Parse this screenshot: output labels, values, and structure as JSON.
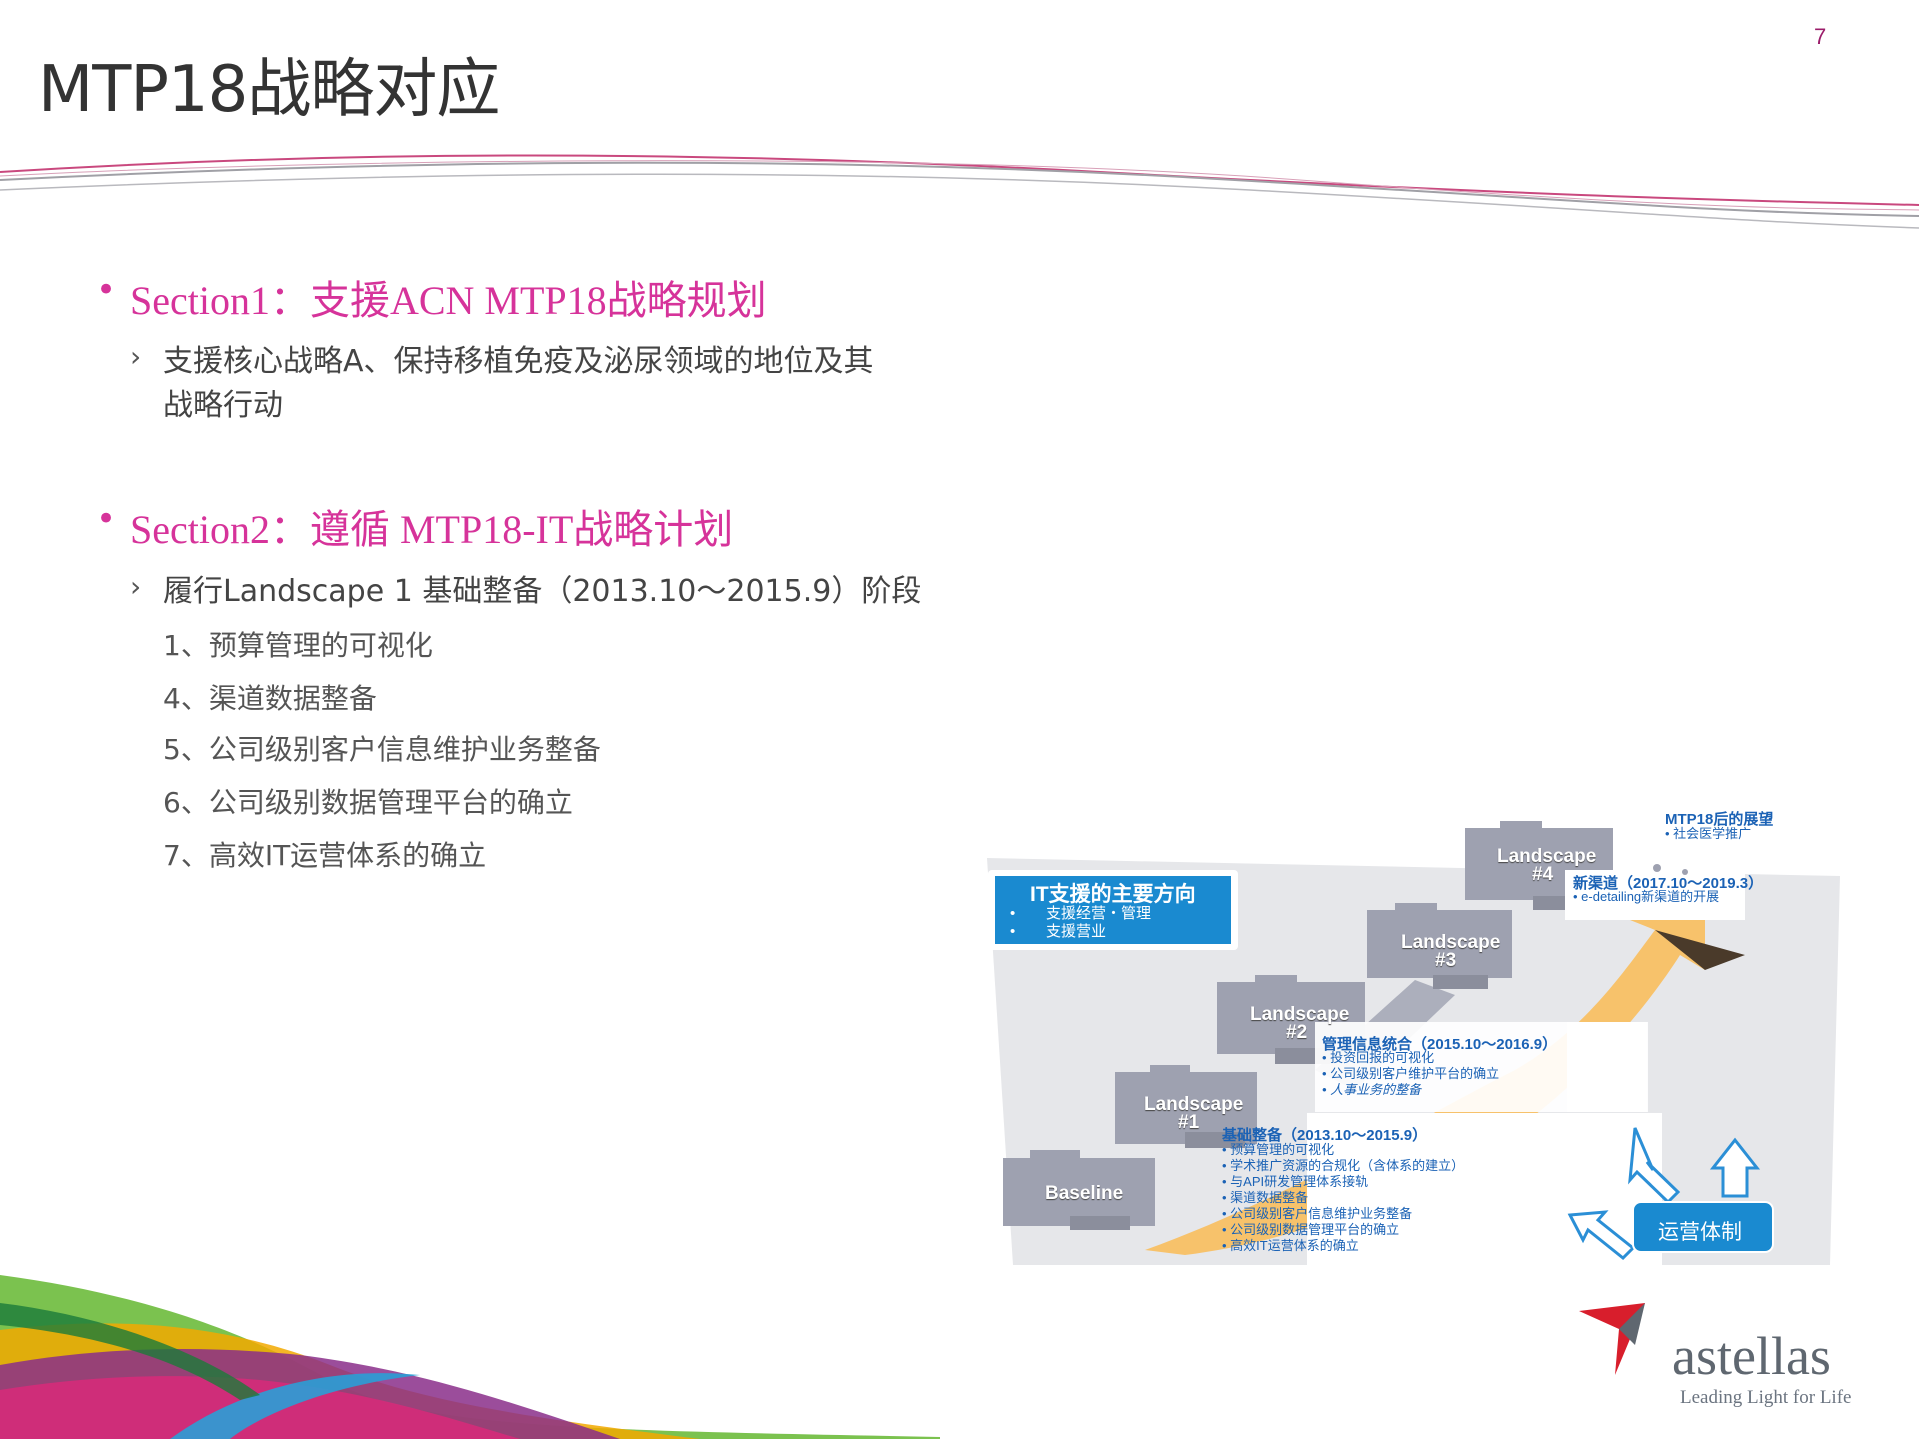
{
  "page_number": "7",
  "title": "MTP18战略对应",
  "section1": {
    "bullet": "•",
    "title": "Section1：支援ACN MTP18战略规划",
    "sub_marker": "›",
    "sub_line1": "支援核心战略A、保持移植免疫及泌尿领域的地位及其",
    "sub_line2": "战略行动"
  },
  "section2": {
    "bullet": "•",
    "title": "Section2：遵循 MTP18-IT战略计划",
    "sub_marker": "›",
    "sub": "履行Landscape 1 基础整备（2013.10～2015.9）阶段",
    "items": [
      "1、预算管理的可视化",
      "4、渠道数据整备",
      "5、公司级别客户信息维护业务整备",
      "6、公司级别数据管理平台的确立",
      "7、高效IT运营体系的确立"
    ]
  },
  "diagram": {
    "it_box": {
      "title": "IT支援的主要方向",
      "items": [
        "支援经营・管理",
        "支援营业"
      ]
    },
    "baseline": "Baseline",
    "landscapes": [
      {
        "line1": "Landscape",
        "line2": "#1"
      },
      {
        "line1": "Landscape",
        "line2": "#2"
      },
      {
        "line1": "Landscape",
        "line2": "#3"
      },
      {
        "line1": "Landscape",
        "line2": "#4"
      }
    ],
    "mtp_after": {
      "title": "MTP18后的展望",
      "items": [
        "社会医学推广"
      ]
    },
    "new_channel": {
      "title": "新渠道（2017.10～2019.3）",
      "items": [
        "e-detailing新渠道的开展"
      ]
    },
    "mgmt": {
      "title": "管理信息统合（2015.10～2016.9）",
      "items": [
        "投资回报的可视化",
        "公司级别客户维护平台的确立",
        "人事业务的整备"
      ]
    },
    "base": {
      "title": "基础整备（2013.10～2015.9）",
      "items": [
        "预算管理的可视化",
        "学术推广资源的合规化（含体系的建立）",
        "与API研发管理体系接轨",
        "渠道数据整备",
        "公司级别客户信息维护业务整备",
        "公司级别数据管理平台的确立",
        "高效IT运营体系的确立"
      ]
    },
    "ops_label": "运营体制",
    "colors": {
      "blue_text": "#1b62b5",
      "it_box": "#1a8ad0",
      "arrow": "#f7c26b",
      "building": "#9ea1b0",
      "panel": "#e6e7ea"
    }
  },
  "logo": {
    "word": "astellas",
    "tagline": "Leading Light for Life",
    "colors": {
      "red": "#d81e2c",
      "gray": "#5f6770"
    }
  },
  "accent_color": "#d6339a"
}
